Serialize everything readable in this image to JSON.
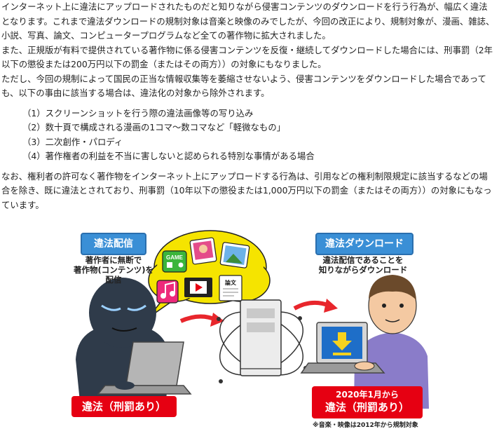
{
  "paragraphs": [
    "インターネット上に違法にアップロードされたものだと知りながら侵害コンテンツのダウンロードを行う行為が、幅広く違法となります。これまで違法ダウンロードの規制対象は音楽と映像のみでしたが、今回の改正により、規制対象が、漫画、雑誌、小説、写真、論文、コンピュータープログラムなど全ての著作物に拡大されました。",
    "また、正規版が有料で提供されている著作物に係る侵害コンテンツを反復・継続してダウンロードした場合には、刑事罰（2年以下の懲役または200万円以下の罰金（またはその両方））の対象にもなりました。",
    "ただし、今回の規制によって国民の正当な情報収集等を萎縮させないよう、侵害コンテンツをダウンロードした場合であっても、以下の事由に該当する場合は、違法化の対象から除外されます。"
  ],
  "list_items": [
    "（1）スクリーンショットを行う際の違法画像等の写り込み",
    "（2）数十頁で構成される漫画の1コマ～数コマなど「軽微なもの」",
    "（3）二次創作・パロディ",
    "（4）著作権者の利益を不当に害しないと認められる特別な事情がある場合"
  ],
  "closing_paragraph": "なお、権利者の許可なく著作物をインターネット上にアップロードする行為は、引用などの権利制限規定に該当するなどの場合を除き、既に違法とされており、刑事罰（10年以下の懲役または1,000万円以下の罰金（またはその両方））の対象にもなっています。",
  "illustration": {
    "left_title": "違法配信",
    "left_caption": "著作者に無断で\n著作物(コンテンツ)を\n配信",
    "left_penalty": "違法（刑罰あり）",
    "right_title": "違法ダウンロード",
    "right_caption": "違法配信であることを\n知りながらダウンロード",
    "right_date": "2020年1月から",
    "right_penalty": "違法（刑罰あり）",
    "game_label": "GAME",
    "paper_label": "論文",
    "note": "※音楽・映像は2012年から規制対象",
    "colors": {
      "blue_box": "#3a8fd6",
      "red_box": "#e60012",
      "bubble_yellow": "#f5e400",
      "arrow_red": "#e8262c",
      "laptop_gray": "#9a9a9a",
      "screen_blue": "#1e6ec8",
      "download_yellow": "#f7d21e"
    }
  }
}
